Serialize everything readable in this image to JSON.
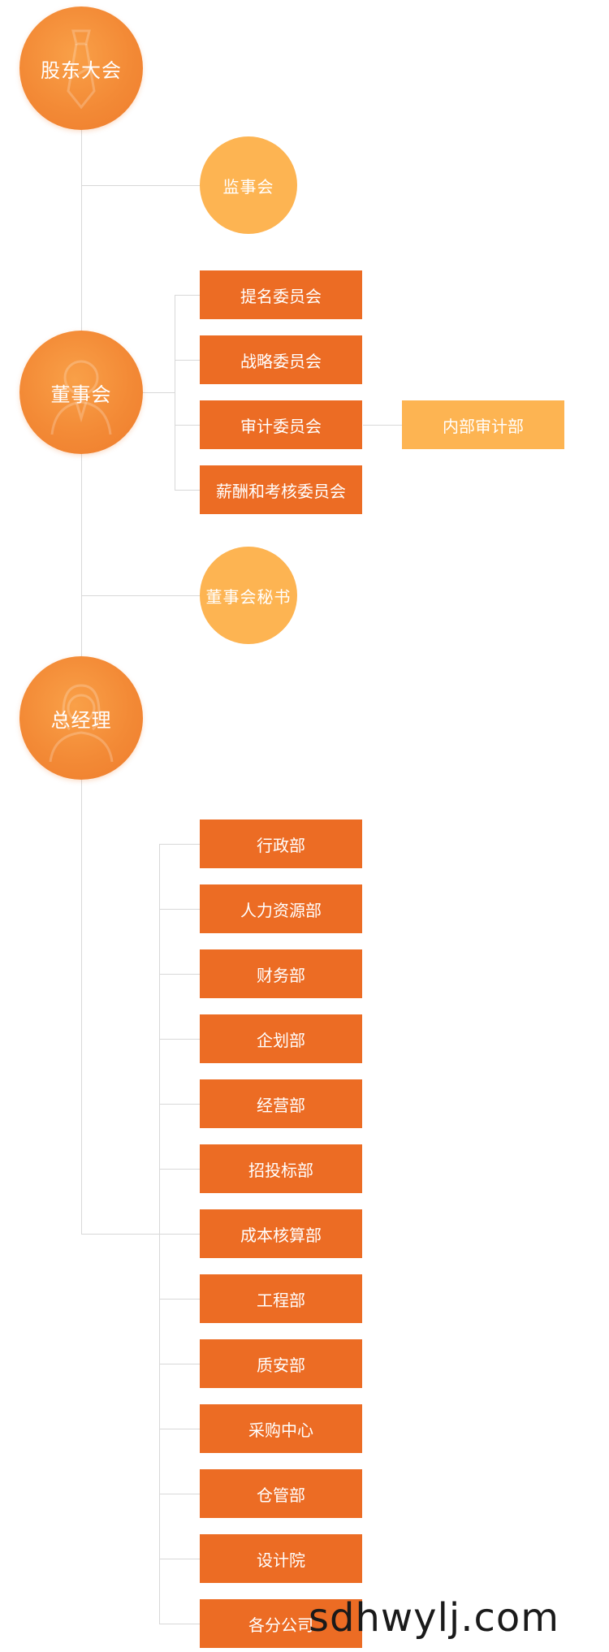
{
  "top_nodes": {
    "shareholders": "股东大会",
    "board": "董事会",
    "general_manager": "总经理"
  },
  "side_nodes": {
    "supervisory_board": "监事会",
    "board_secretary": "董事会秘书"
  },
  "committees": [
    "提名委员会",
    "战略委员会",
    "审计委员会",
    "薪酬和考核委员会"
  ],
  "audit_sub": "内部审计部",
  "departments": [
    "行政部",
    "人力资源部",
    "财务部",
    "企划部",
    "经营部",
    "招投标部",
    "成本核算部",
    "工程部",
    "质安部",
    "采购中心",
    "仓管部",
    "设计院",
    "各分公司"
  ],
  "watermark": "sdhwylj.com",
  "colors": {
    "dark_orange": "#ec6c24",
    "light_orange": "#fdb452",
    "connector": "#d8d8d8"
  }
}
